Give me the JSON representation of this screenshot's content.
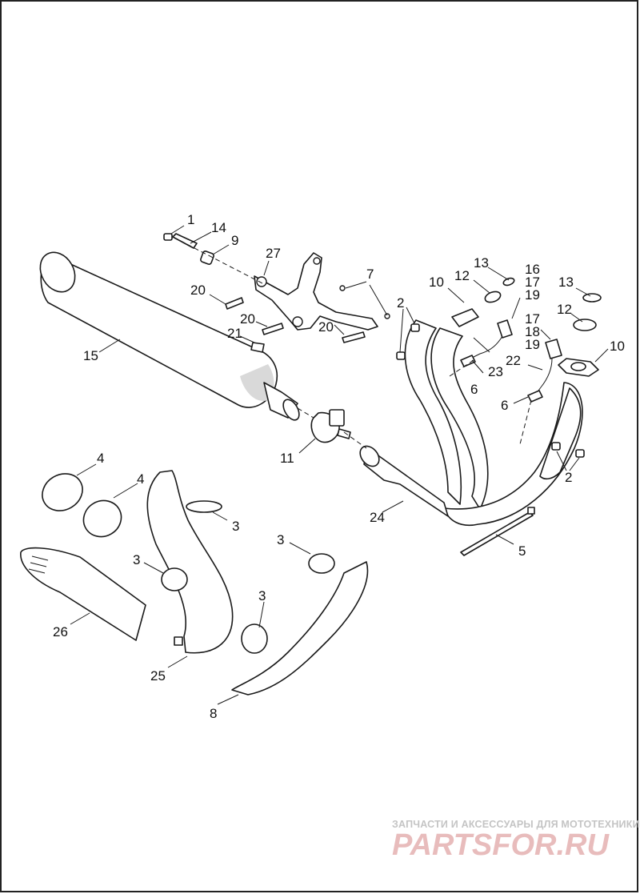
{
  "callouts": [
    "1",
    "14",
    "9",
    "27",
    "20",
    "7",
    "20",
    "21",
    "20",
    "15",
    "13",
    "16",
    "17",
    "19",
    "12",
    "10",
    "2",
    "6",
    "23",
    "13",
    "12",
    "17",
    "18",
    "19",
    "22",
    "10",
    "6",
    "11",
    "2",
    "24",
    "5",
    "4",
    "4",
    "3",
    "3",
    "3",
    "3",
    "26",
    "25",
    "8"
  ],
  "watermark": {
    "text": "ЗАПЧАСТИ И АКСЕССУАРЫ ДЛЯ МОТОТЕХНИКИ",
    "logo": "PARTSFOR.RU"
  },
  "colors": {
    "line": "#1a1a1a",
    "border": "#222222",
    "watermark_gray": "#c4c4c4",
    "watermark_red": "#e8bcbc"
  }
}
